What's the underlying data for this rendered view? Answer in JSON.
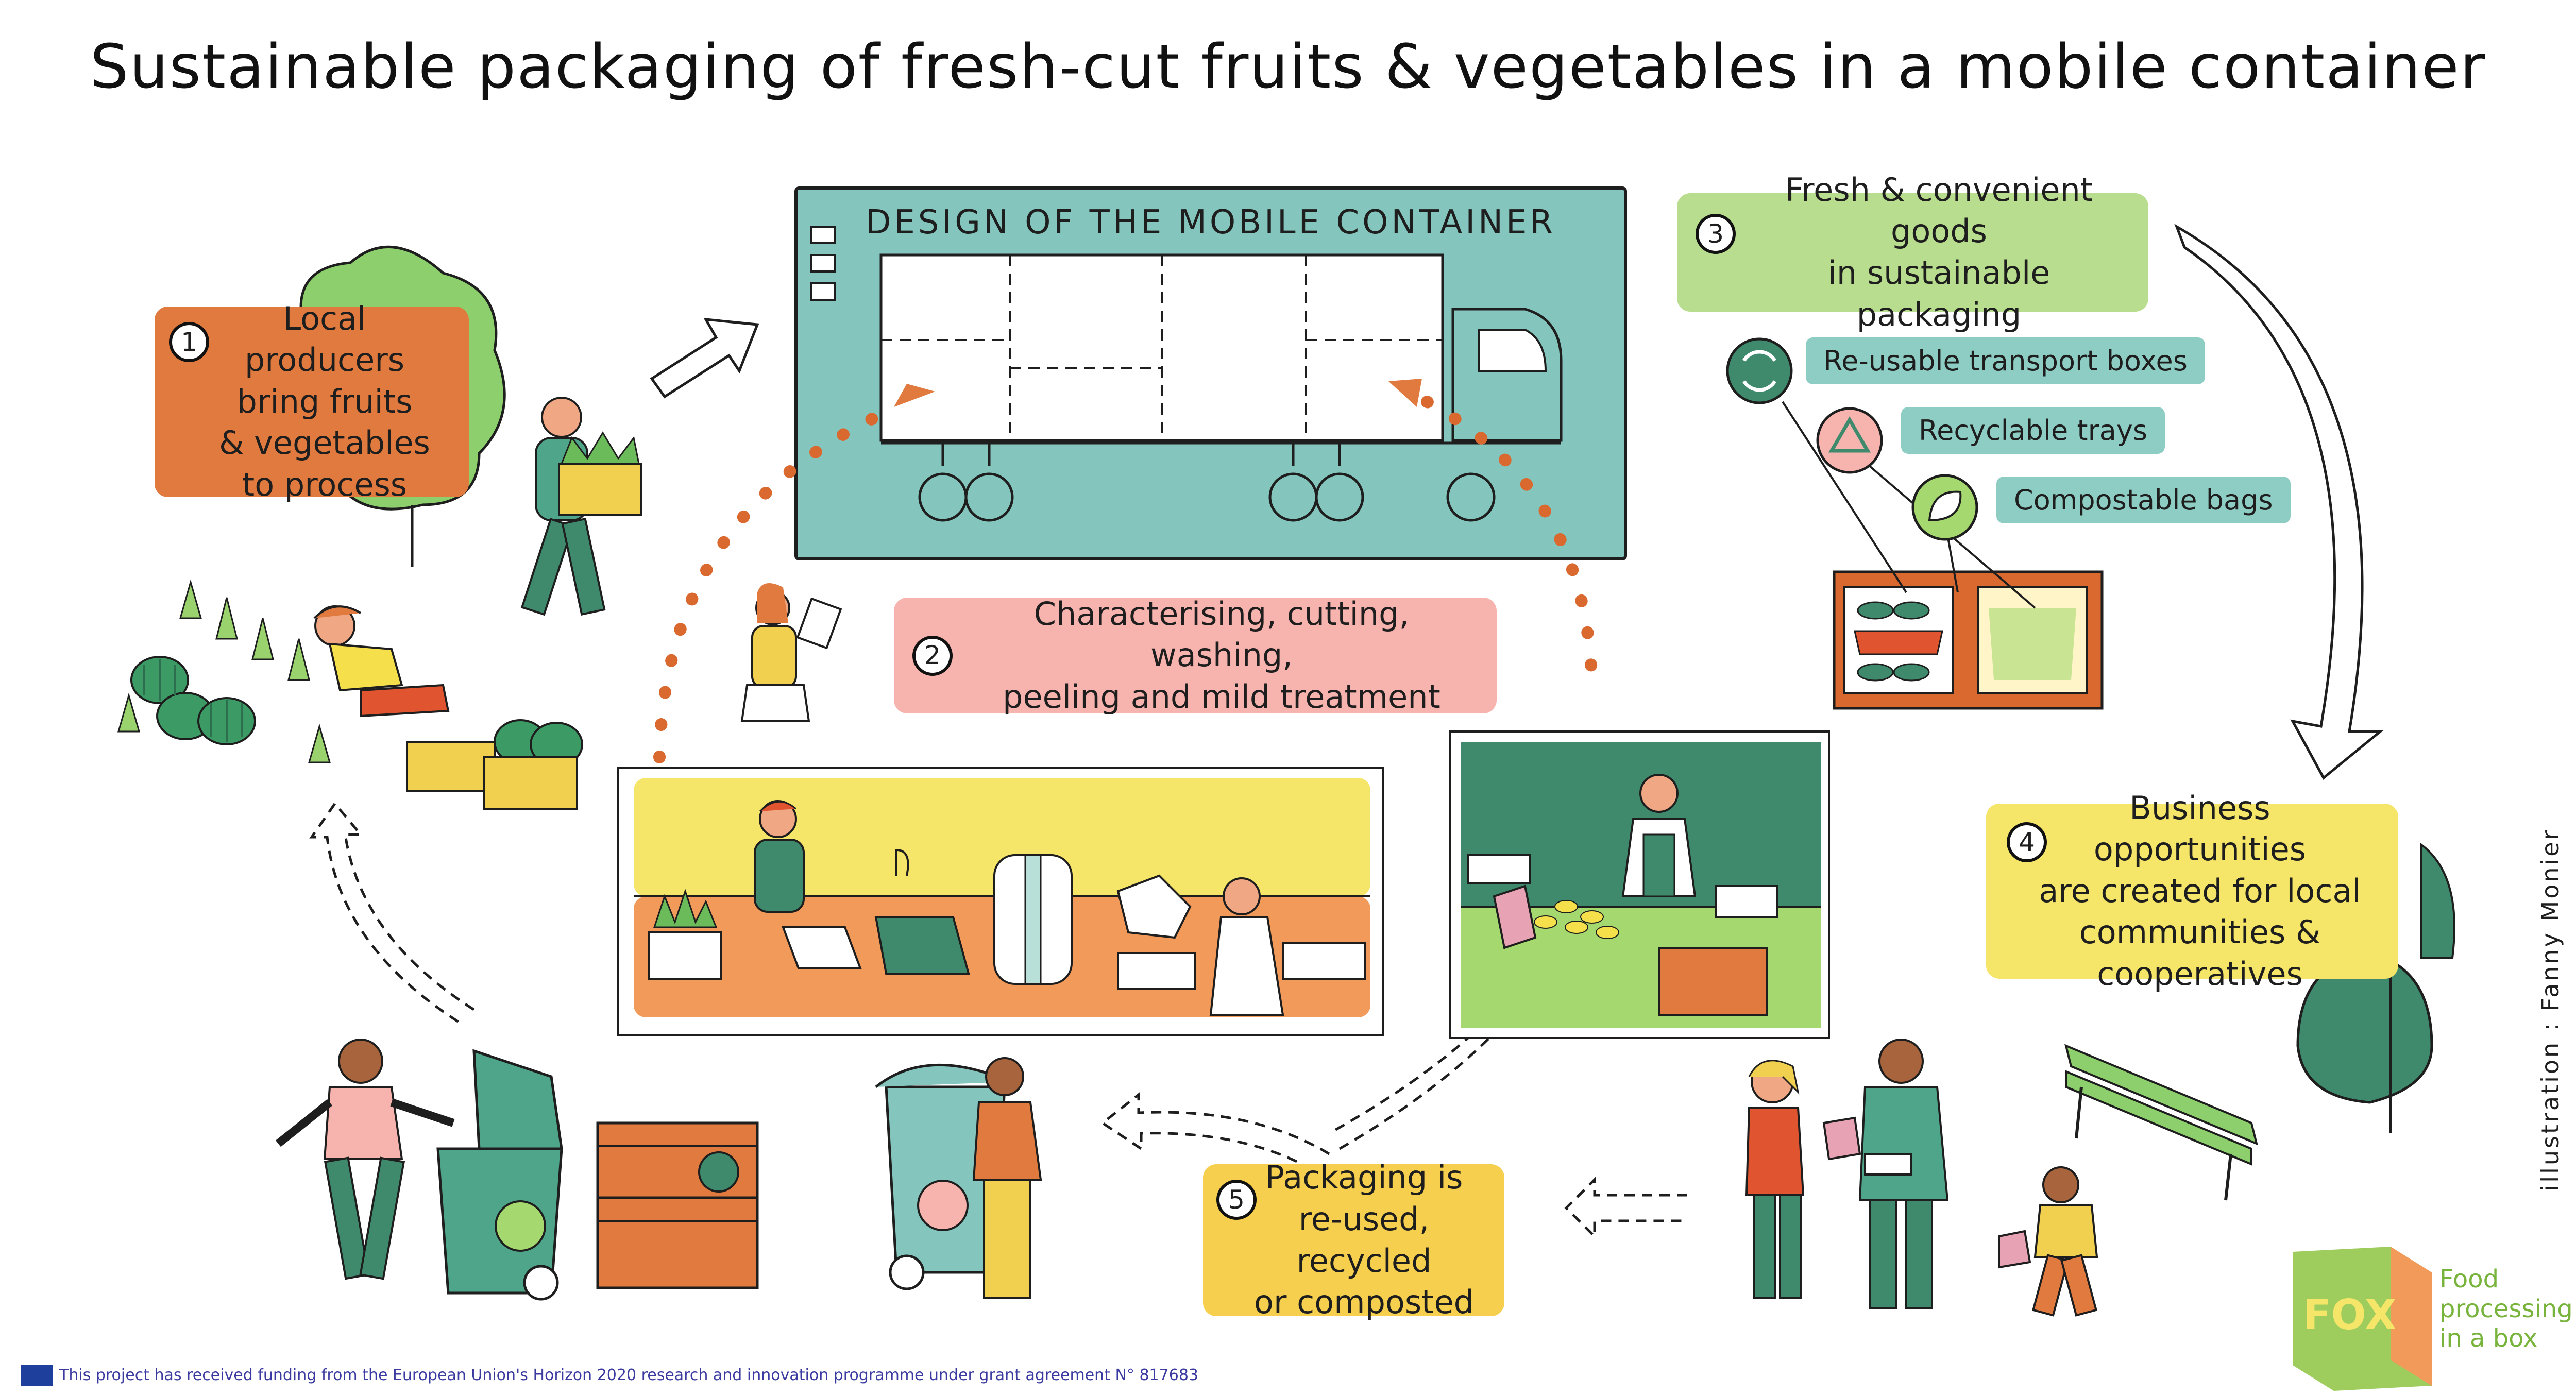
{
  "title": "Sustainable packaging of fresh-cut fruits & vegetables in a mobile container",
  "container": {
    "title": "DESIGN OF THE MOBILE CONTAINER"
  },
  "steps": [
    {
      "number": "1",
      "text": "Local producers\nbring fruits\n& vegetables\nto process",
      "color": "#e07a3e"
    },
    {
      "number": "2",
      "text": "Characterising, cutting, washing,\npeeling and mild treatment",
      "color": "#f7b3ad"
    },
    {
      "number": "3",
      "text": "Fresh & convenient goods\nin sustainable packaging",
      "color": "#b8dd8e"
    },
    {
      "number": "4",
      "text": "Business opportunities\nare created for local\ncommunities & cooperatives",
      "color": "#f5e66a"
    },
    {
      "number": "5",
      "text": "Packaging is\nre-used, recycled\nor composted",
      "color": "#f6cf4e"
    }
  ],
  "packaging_types": [
    {
      "label": "Re-usable transport boxes",
      "icon": "reuse-arrows-icon"
    },
    {
      "label": "Recyclable trays",
      "icon": "recycle-icon"
    },
    {
      "label": "Compostable bags",
      "icon": "compost-leaf-icon"
    }
  ],
  "credit": "illustration : Fanny Monier",
  "funding_note": "This project has received funding from the European Union's Horizon 2020 research and innovation programme under grant agreement N° 817683",
  "logo": {
    "text": "Food\nprocessing\nin a box",
    "mark": "FOX"
  },
  "colors": {
    "container": "#84c6bd",
    "accent_orange": "#e07a3e",
    "dots": "#d9692f",
    "green_dark": "#3f8a6c",
    "yellow": "#f5e66a"
  }
}
